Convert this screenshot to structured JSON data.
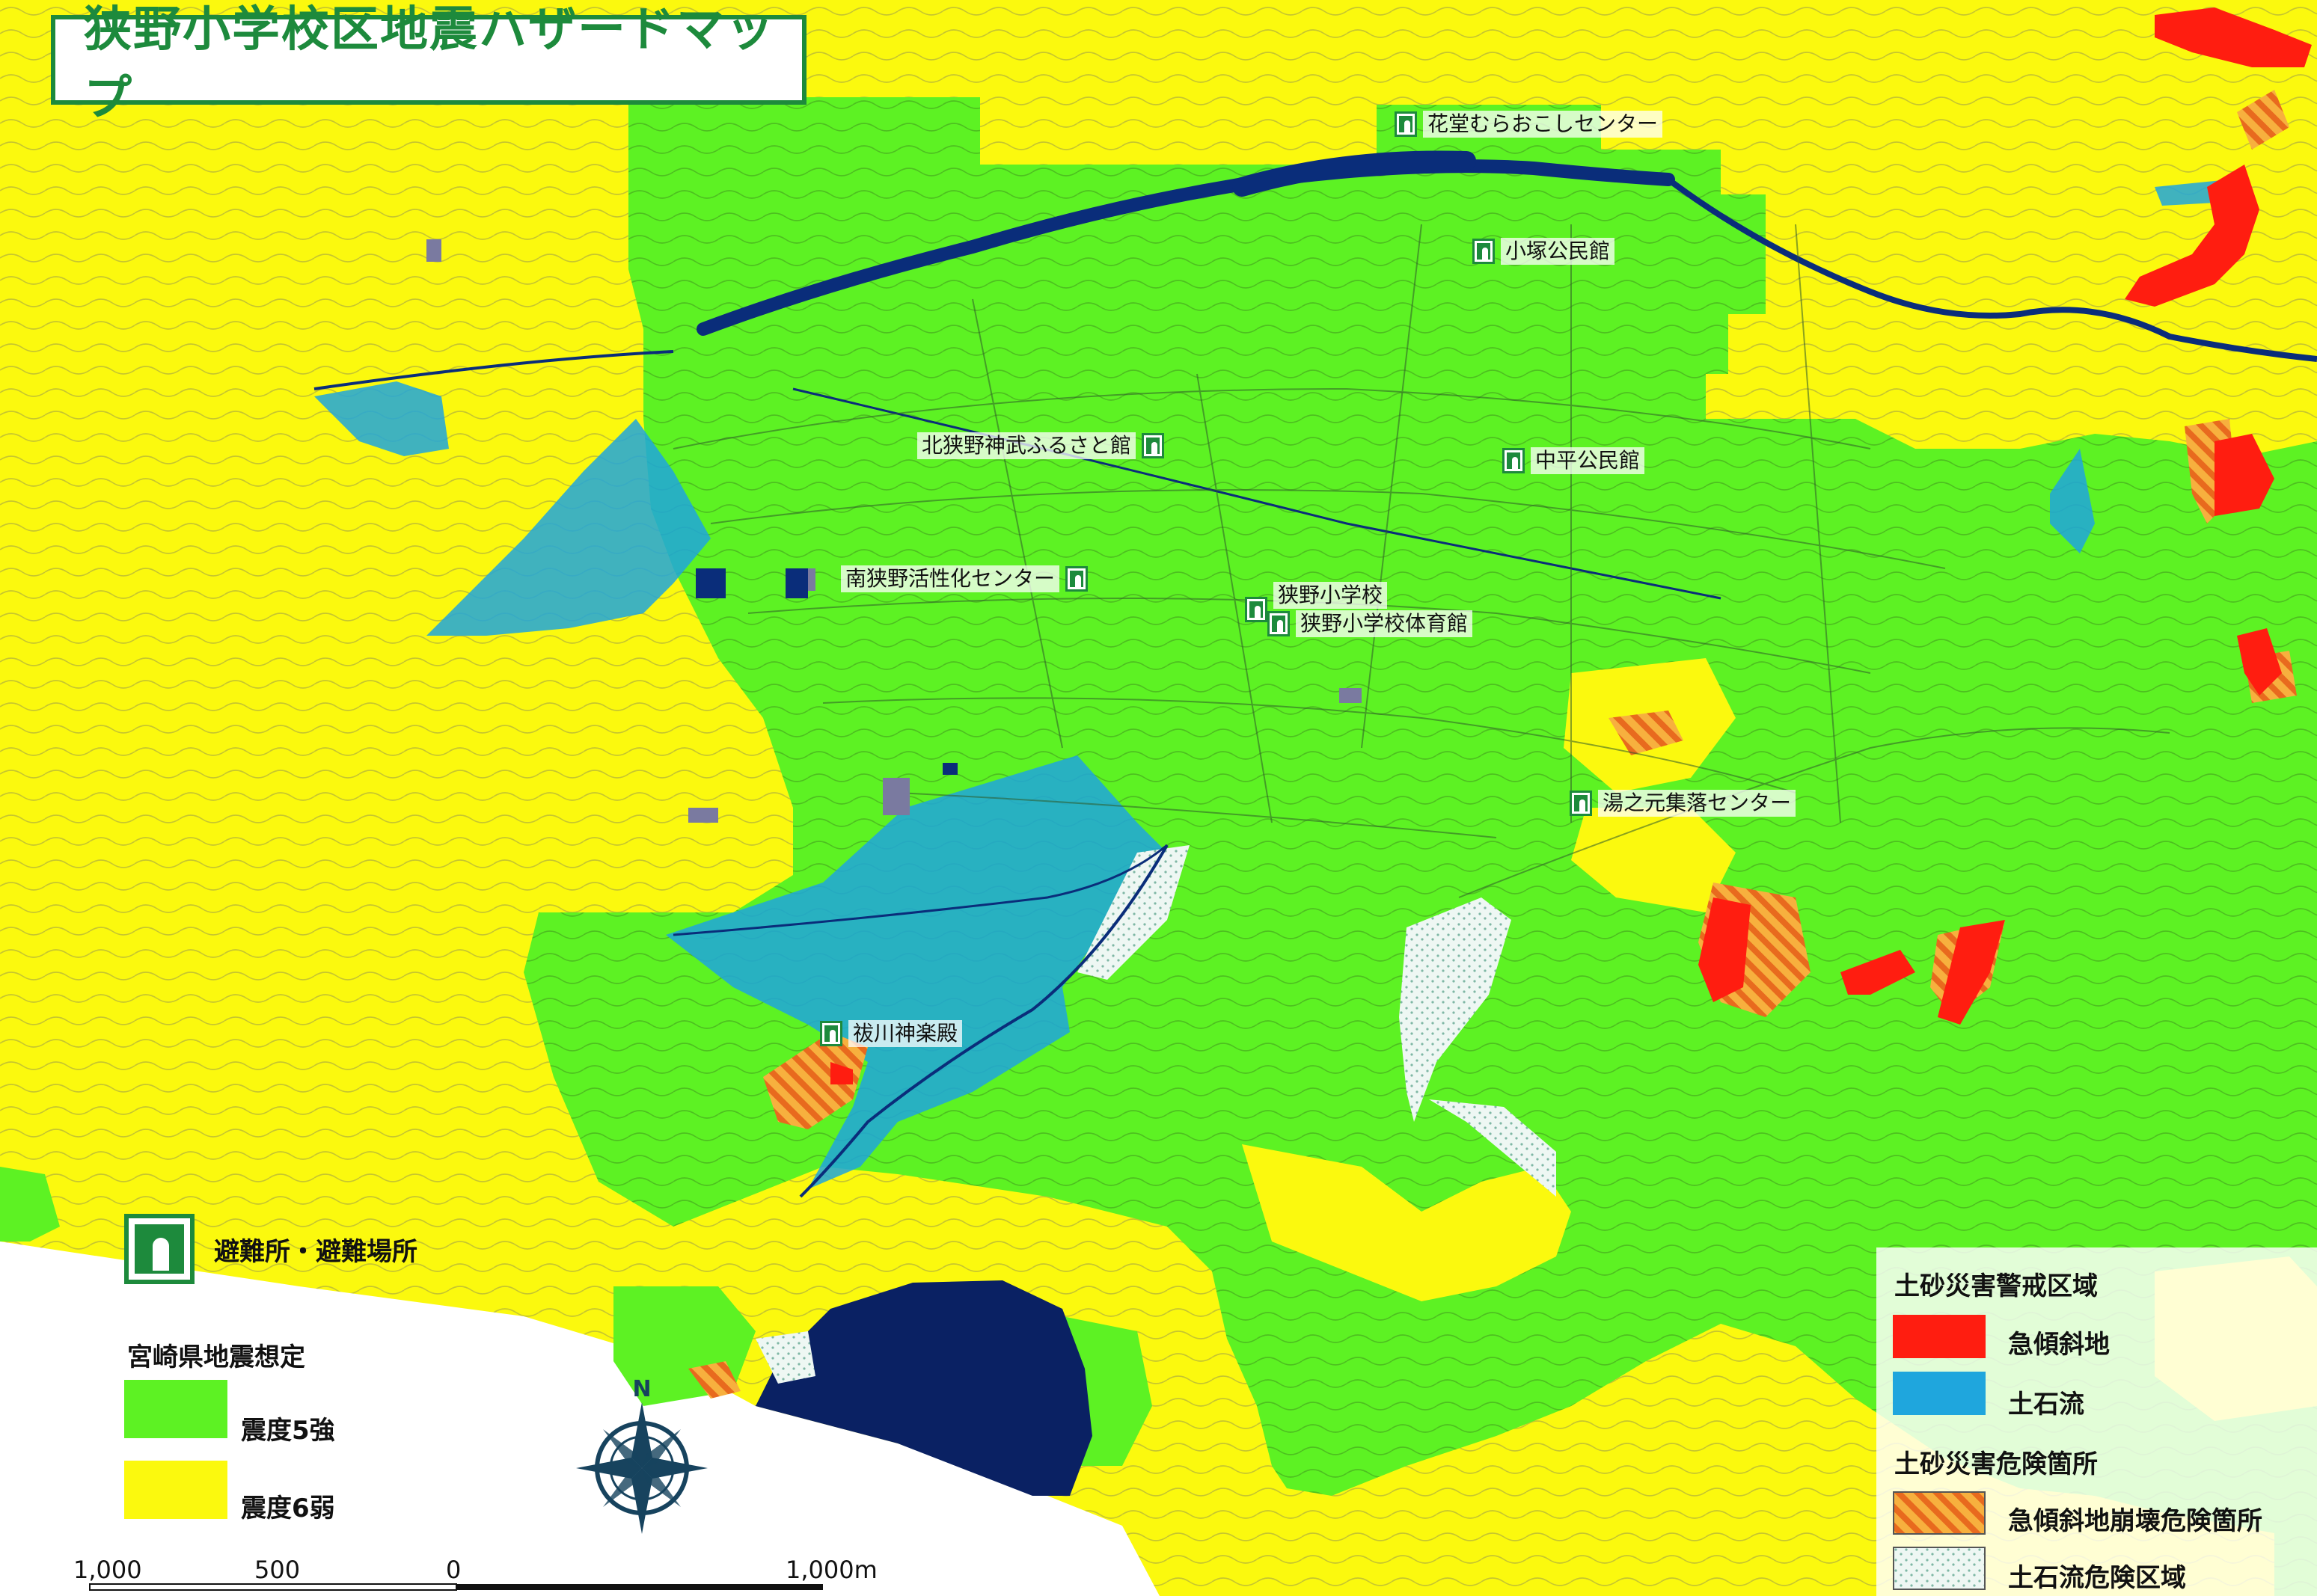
{
  "title": "狭野小学校区地震ハザードマップ",
  "colors": {
    "intensity_5_strong": "#5df223",
    "intensity_6_weak": "#fbf90e",
    "steep_slope_warning": "#ff1d10",
    "debris_flow_warning": "#1fa6dd",
    "steep_slope_collapse_risk": "#f5893a",
    "debris_flow_risk": "#e6f4f2",
    "river": "#0a2d7a",
    "lake": "#0a2163",
    "brand_green": "#1d8a3c"
  },
  "facilities": [
    {
      "name": "花堂むらおこしセンター",
      "icon": "shelter-icon"
    },
    {
      "name": "小塚公民館",
      "icon": "shelter-icon"
    },
    {
      "name": "北狭野神武ふるさと館",
      "icon": "shelter-icon"
    },
    {
      "name": "中平公民館",
      "icon": "shelter-icon"
    },
    {
      "name": "南狭野活性化センター",
      "icon": "shelter-icon"
    },
    {
      "name": "狭野小学校",
      "icon": "shelter-icon"
    },
    {
      "name": "狭野小学校体育館",
      "icon": "shelter-icon"
    },
    {
      "name": "湯之元集落センター",
      "icon": "shelter-icon"
    },
    {
      "name": "祓川神楽殿",
      "icon": "shelter-icon"
    }
  ],
  "legend_left": {
    "shelter_label": "避難所・避難場所",
    "quake_heading": "宮崎県地震想定",
    "intensity_5_strong_label": "震度5強",
    "intensity_6_weak_label": "震度6弱"
  },
  "legend_right": {
    "warning_heading": "土砂災害警戒区域",
    "steep_slope_label": "急傾斜地",
    "debris_flow_label": "土石流",
    "risk_heading": "土砂災害危険箇所",
    "steep_collapse_label": "急傾斜地崩壊危険箇所",
    "debris_risk_label": "土石流危険区域"
  },
  "compass": {
    "north_label": "N",
    "icon": "compass-rose-icon"
  },
  "scale_bar": {
    "labels": [
      "1,000",
      "500",
      "0",
      "1,000m"
    ]
  }
}
